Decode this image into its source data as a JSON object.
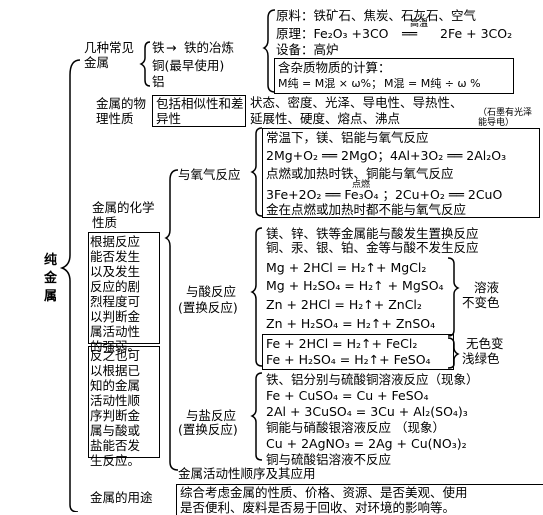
{
  "root": "纯金属",
  "cat_common": "几种常见金属",
  "metals": {
    "iron": "铁",
    "copper": "铜(最早使用)",
    "aluminum": "铝"
  },
  "iron_smelting": "铁的冶炼",
  "smelting": {
    "raw": "原料：铁矿石、焦炭、石灰石、空气",
    "principle_left": "原理：Fe₂O₃ +3CO",
    "principle_cond": "高温",
    "principle_right": "2Fe + 3CO₂",
    "equipment": "设备：高炉",
    "impurity_title": "含杂质物质的计算：",
    "impurity_f1": "M纯 = M混 × ω%；",
    "impurity_f2": "M混 = M纯 ÷ ω %"
  },
  "physical": {
    "label": "金属的物理性质",
    "box": "包括相似性和差异性",
    "props1": "状态、密度、光泽、导电性、导热性、",
    "props2": "延展性、硬度、熔点、沸点",
    "note": "（石墨有光泽能导电）"
  },
  "chemical": {
    "label": "金属的化学性质"
  },
  "oxygen": {
    "label": "与氧气反应",
    "l1": "常温下，镁、铝能与氧气反应",
    "l2a": "2Mg+O₂ ══ 2MgO；4Al+3O₂ ══ 2Al₂O₃",
    "l3": "点燃或加热时铁、铜能与氧气反应",
    "l4_cond": "点燃",
    "l4": "3Fe+2O₂ ══ Fe₃O₄ ；2Cu+O₂ ══ 2CuO",
    "l5": "金在点燃或加热时都不能与氧气反应"
  },
  "acid": {
    "label1": "与酸反应",
    "label2": "(置换反应)",
    "l1": "镁、锌、铁等金属能与酸发生置换反应",
    "l2": "铜、汞、银、铂、金等与酸不发生反应",
    "eqs": [
      "Mg + 2HCl = H₂↑+ MgCl₂",
      "Mg + H₂SO₄ = H₂↑ + MgSO₄",
      "Zn + 2HCl = H₂↑+ ZnCl₂",
      "Zn + H₂SO₄ = H₂↑+ ZnSO₄",
      "Fe + 2HCl = H₂↑+ FeCl₂",
      "Fe + H₂SO₄ = H₂↑+ FeSO₄"
    ],
    "note1a": "溶液",
    "note1b": "不变色",
    "note2a": "无色变",
    "note2b": "浅绿色"
  },
  "salt": {
    "label1": "与盐反应",
    "label2": "(置换反应)",
    "l1": "铁、铝分别与硫酸铜溶液反应（现象）",
    "l2": "Fe + CuSO₄ = Cu + FeSO₄",
    "l3": "2Al + 3CuSO₄ = 3Cu + Al₂(SO₄)₃",
    "l4": "铜能与硝酸银溶液反应 （现象）",
    "l5": "Cu + 2AgNO₃ = 2Ag + Cu(NO₃)₂",
    "l6": "铜与硫酸铝溶液不反应"
  },
  "activity": "金属活动性顺序及其应用",
  "leftbox1": [
    "根据反应",
    "能否发生",
    "以及发生",
    "反应的剧",
    "烈程度可",
    "以判断金",
    "属活动性",
    "的强弱。"
  ],
  "leftbox2": [
    "反之也可",
    "以根据已",
    "知的金属",
    "活动性顺",
    "序判断金",
    "属与酸或",
    "盐能否发",
    "生反应。"
  ],
  "uses": {
    "label": "金属的用途",
    "l1": "综合考虑金属的性质、价格、资源、是否美观、使用",
    "l2": "是否便利、废料是否易于回收、对环境的影响等。"
  }
}
